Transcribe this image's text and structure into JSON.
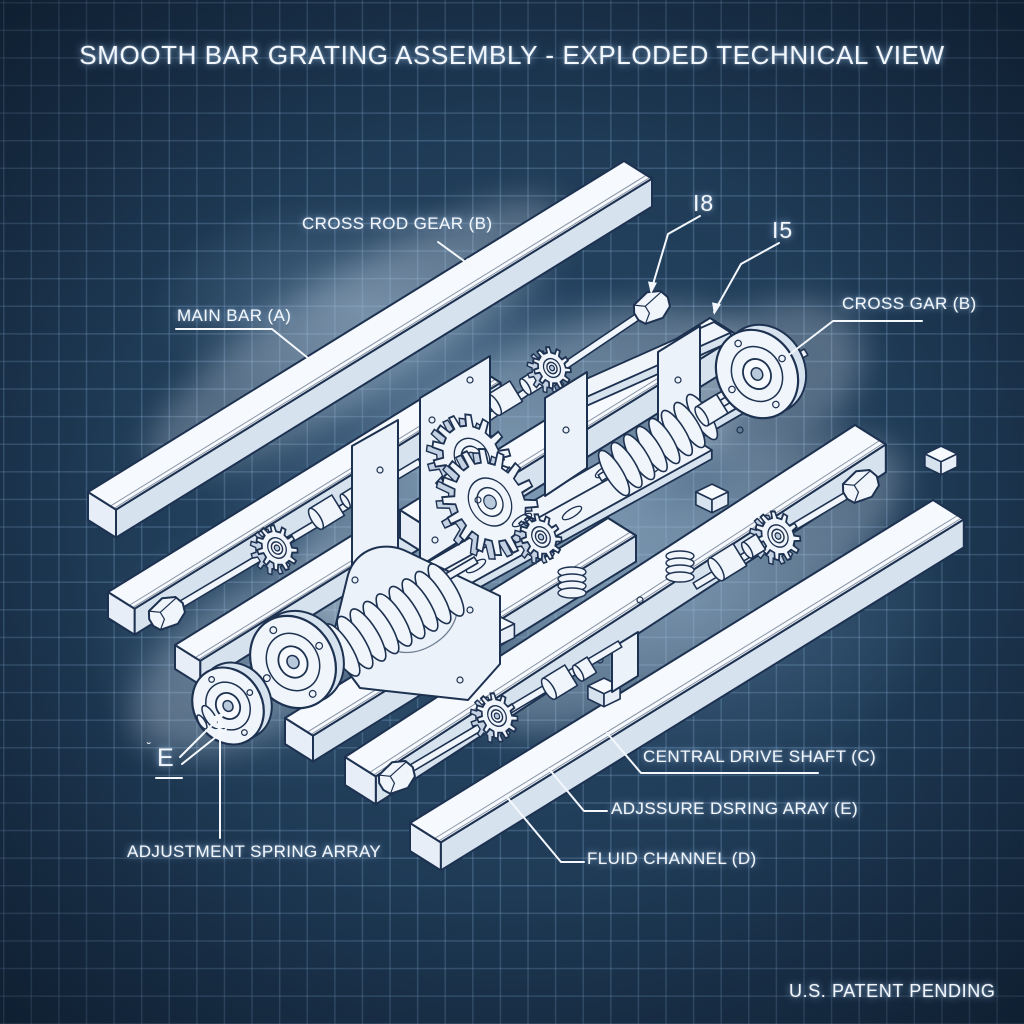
{
  "title": "SMOOTH BAR GRATING ASSEMBLY - EXPLODED TECHNICAL VIEW",
  "footer": "U.S. PATENT PENDING",
  "labels": {
    "cross_rod_gear": "CROSS ROD GEAR (B)",
    "main_bar": "MAIN BAR (A)",
    "i8": "I8",
    "i5": "I5",
    "cross_gar": "CROSS GAR (B)",
    "central_drive_shaft": "CENTRAL DRIVE SHAFT (C)",
    "adjssure_dsring_aray": "ADJSSURE DSRING ARAY (E)",
    "fluid_channel": "FLUID CHANNEL (D)",
    "adjustment_spring_array": "ADJUSTMENT SPRING ARRAY",
    "e_detail": "E",
    "e_detail_mark": "˘"
  },
  "colors": {
    "background": "#20405e",
    "grid_line": "#5c82a8",
    "outline": "#1d3150",
    "part_top": "#f6f9fd",
    "part_fill": "#f0f5fb",
    "part_side": "#d7e2ef",
    "part_end": "#e8eef7",
    "part_shade": "#c3d1e3",
    "hole": "#b9c9dc",
    "label_text": "#f2f7fd",
    "leader_line": "#f4f8fd"
  }
}
